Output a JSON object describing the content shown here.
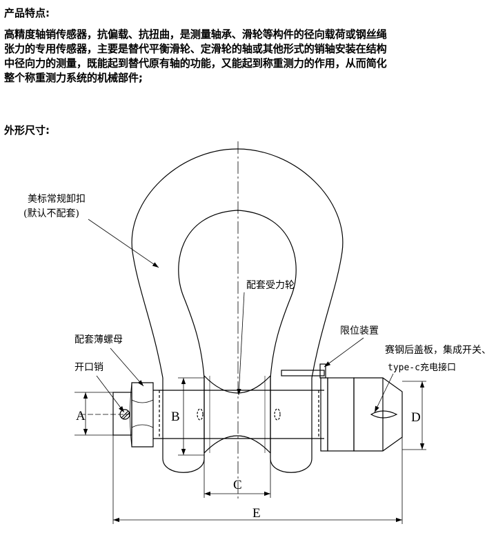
{
  "sections": {
    "features_title": "产品特点:",
    "features_lines": [
      "高精度轴销传感器，抗偏载、抗扭曲，是测量轴承、滑轮等构件的径向载荷或钢丝绳",
      "张力的专用传感器，主要是替代平衡滑轮、定滑轮的轴或其他形式的销轴安装在结构",
      "中径向力的测量，既能起到替代原有轴的功能，又能起到称重测力的作用，从而简化",
      "整个称重测力系统的机械部件;"
    ],
    "dims_title": "外形尺寸:"
  },
  "diagram": {
    "callouts": {
      "shackle_line1": "美标常规卸扣",
      "shackle_line2": "(默认不配套)",
      "wheel": "配套受力轮",
      "limit": "限位装置",
      "nut": "配套薄螺母",
      "pin": "开口销",
      "cover_line1": "赛钢后盖板，集成开关、",
      "cover_line2": "type-c充电接口"
    },
    "dimensions": {
      "a": "A",
      "b": "B",
      "c": "C",
      "d": "D",
      "e": "E"
    }
  }
}
